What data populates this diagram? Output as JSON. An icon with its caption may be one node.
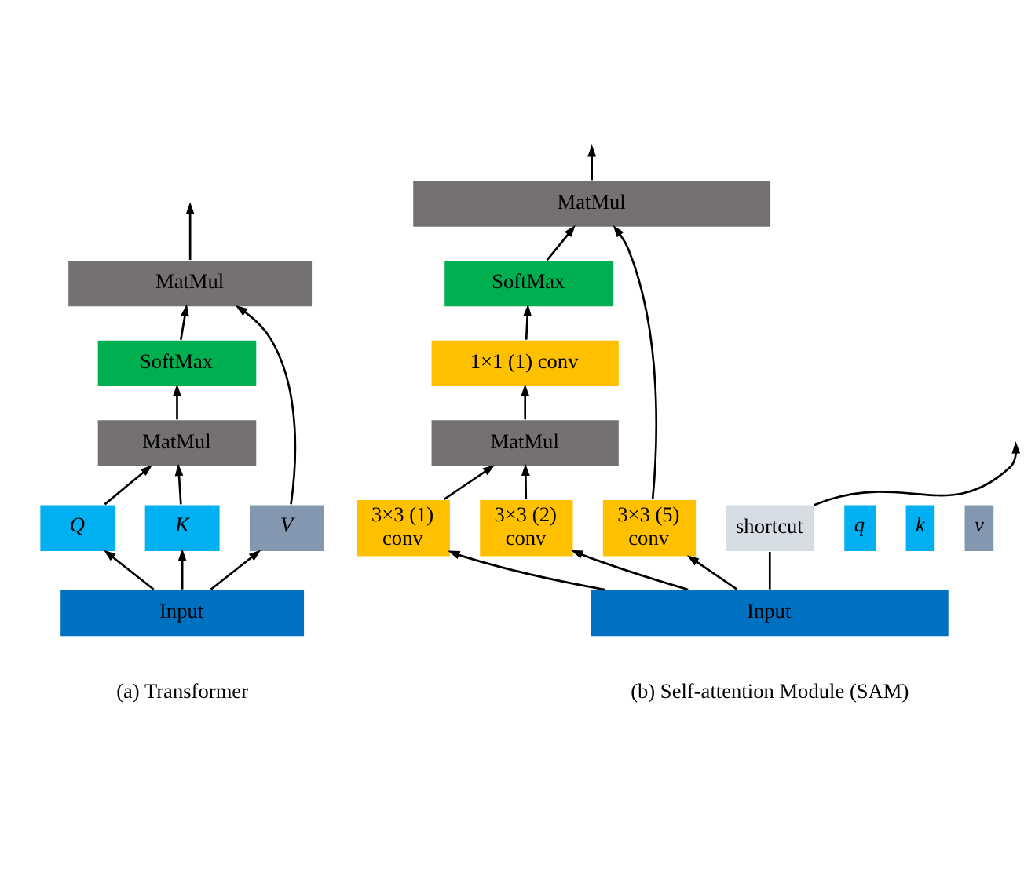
{
  "diagram": {
    "nodes": [
      {
        "text": [
          "MatMul"
        ]
      },
      {
        "text": [
          "SoftMax"
        ]
      },
      {
        "text": [
          "MatMul"
        ]
      },
      {
        "text": [
          "Q"
        ]
      },
      {
        "text": [
          "K"
        ]
      },
      {
        "text": [
          "V"
        ]
      },
      {
        "text": [
          "Input"
        ]
      },
      {
        "text": [
          "MatMul"
        ]
      },
      {
        "text": [
          "SoftMax"
        ]
      },
      {
        "text": [
          "1×1 (1) conv"
        ]
      },
      {
        "text": [
          "shortcut"
        ]
      },
      {
        "text": [
          "MatMul"
        ]
      },
      {
        "text": [
          "3×3 (1) conv"
        ]
      },
      {
        "text": [
          "3×3 (2) conv"
        ]
      },
      {
        "text": [
          "3×3 (5) conv"
        ]
      },
      {
        "text": [
          "q"
        ]
      },
      {
        "text": [
          "k"
        ]
      },
      {
        "text": [
          "v"
        ]
      },
      {
        "text": [
          "Input"
        ]
      }
    ],
    "edges": [
      {
        "from": 0,
        "to": null,
        "arrow": "to"
      },
      {
        "from": 1,
        "to": 0,
        "arrow": "to"
      },
      {
        "from": 2,
        "to": 1,
        "arrow": "to"
      },
      {
        "from": 3,
        "to": 2,
        "arrow": "to"
      },
      {
        "from": 4,
        "to": 2,
        "arrow": "to"
      },
      {
        "from": 5,
        "to": 0,
        "arrow": "to"
      },
      {
        "from": 6,
        "to": 3,
        "arrow": "to"
      },
      {
        "from": 6,
        "to": 4,
        "arrow": "to"
      },
      {
        "from": 6,
        "to": 5,
        "arrow": "to"
      },
      {
        "from": 7,
        "to": null,
        "arrow": "to"
      },
      {
        "from": 8,
        "to": 7,
        "arrow": "to"
      },
      {
        "from": 9,
        "to": 8,
        "arrow": "to"
      },
      {
        "from": 11,
        "to": 9,
        "arrow": "to"
      },
      {
        "from": 12,
        "to": 11,
        "arrow": "to"
      },
      {
        "from": 13,
        "to": 11,
        "arrow": "to"
      },
      {
        "from": 14,
        "to": 7,
        "arrow": "to"
      },
      {
        "from": 18,
        "to": 12,
        "arrow": "to"
      },
      {
        "from": 18,
        "to": 13,
        "arrow": "to"
      },
      {
        "from": 18,
        "to": 14,
        "arrow": "to"
      },
      {
        "from": 18,
        "to": 10,
        "arrow": "none"
      },
      {
        "from": 10,
        "to": null,
        "arrow": "to"
      }
    ],
    "labels": [
      "(a) Transformer",
      "(b) Self-attention Module (SAM)"
    ]
  }
}
